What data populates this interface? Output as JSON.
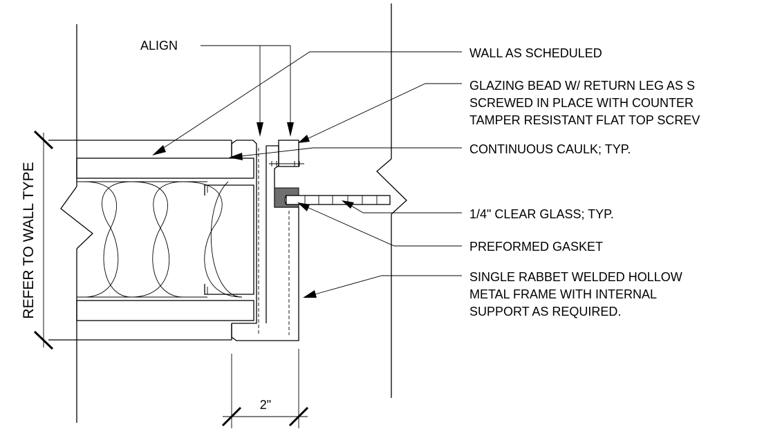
{
  "labels": {
    "align": "ALIGN",
    "wall": "WALL AS SCHEDULED",
    "glazing_bead_line1": "GLAZING BEAD W/ RETURN LEG AS S",
    "glazing_bead_line2": "SCREWED IN PLACE WITH COUNTER",
    "glazing_bead_line3": "TAMPER RESISTANT FLAT TOP SCREV",
    "caulk": "CONTINUOUS CAULK; TYP.",
    "glass": "1/4\" CLEAR GLASS; TYP.",
    "gasket": "PREFORMED GASKET",
    "frame_line1": "SINGLE RABBET WELDED HOLLOW",
    "frame_line2": "METAL FRAME WITH INTERNAL",
    "frame_line3": "SUPPORT AS REQUIRED."
  },
  "dimensions": {
    "wall_thickness": "REFER TO WALL TYPE",
    "frame_width": "2\""
  }
}
